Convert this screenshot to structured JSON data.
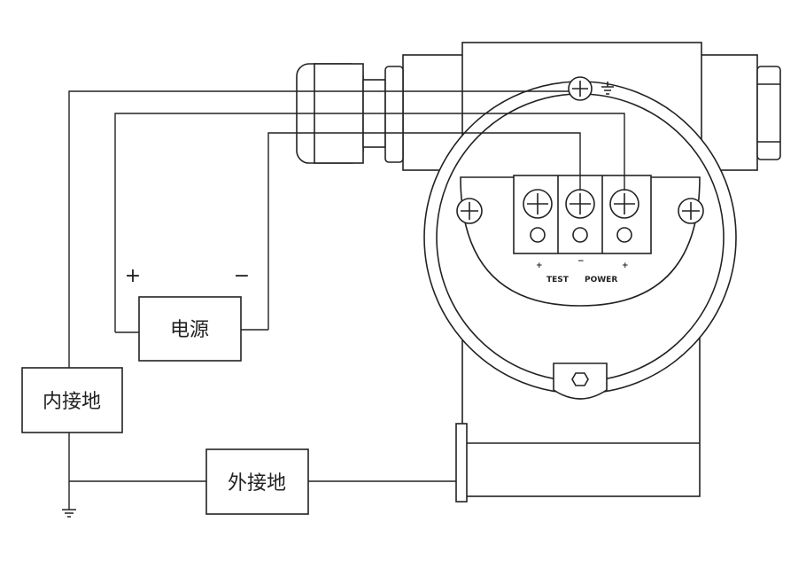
{
  "labels": {
    "power_supply": "电源",
    "internal_ground": "内接地",
    "external_ground": "外接地",
    "plus": "+",
    "minus": "−"
  },
  "terminal_labels": {
    "test": "TEST",
    "power": "POWER",
    "plus": "+",
    "minus": "−"
  },
  "icons": [
    "ground-icon",
    "screw-icon",
    "hex-bolt-icon"
  ]
}
